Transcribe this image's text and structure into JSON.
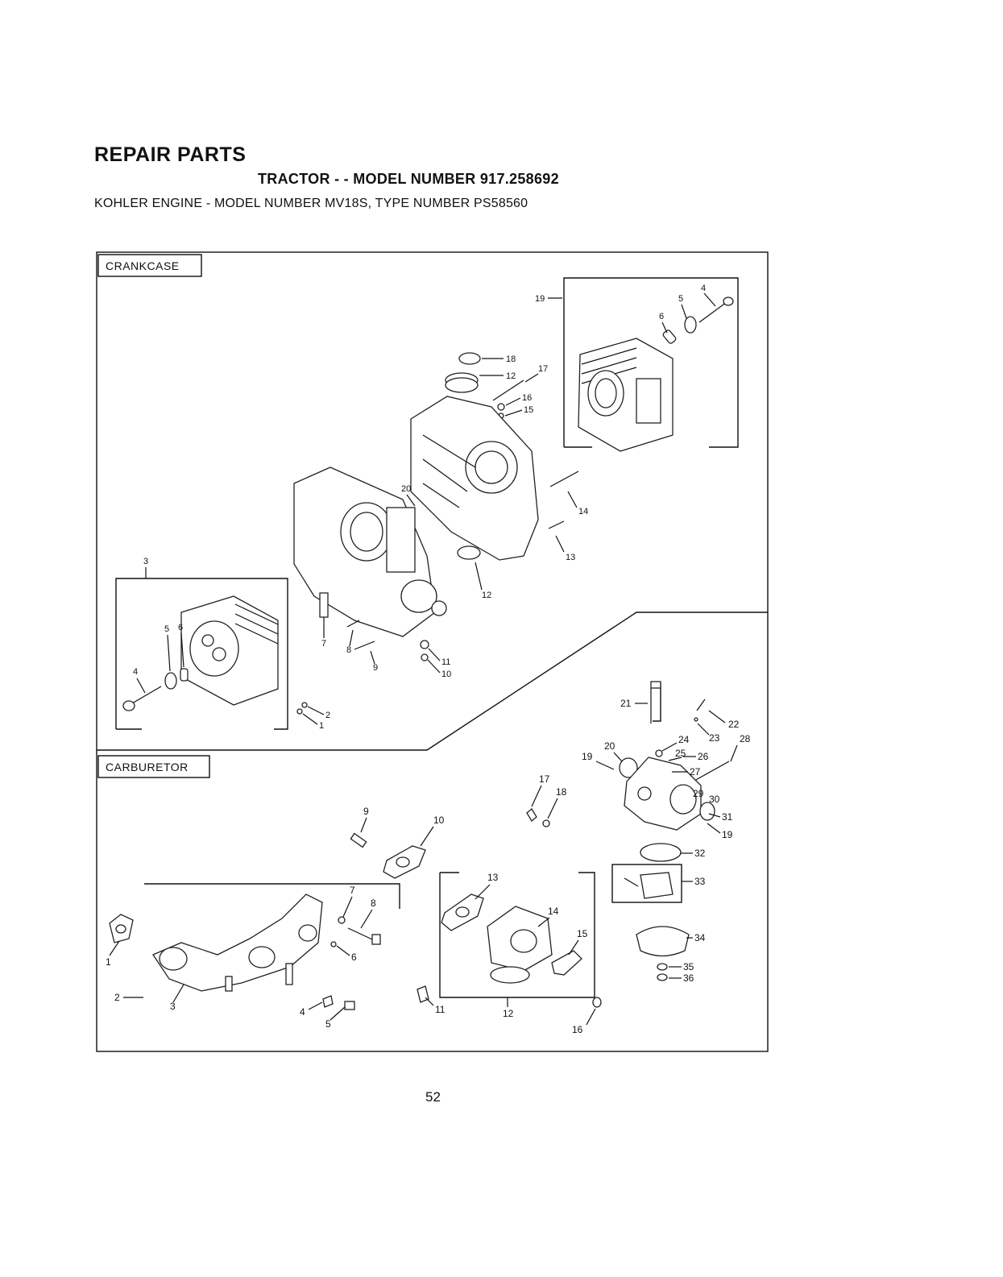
{
  "header": {
    "title": "REPAIR PARTS",
    "subtitle": "TRACTOR - - MODEL NUMBER 917.258692",
    "engine_line": "KOHLER ENGINE - MODEL NUMBER MV18S, TYPE NUMBER PS58560"
  },
  "sections": {
    "crankcase": "CRANKCASE",
    "carburetor": "CARBURETOR"
  },
  "crankcase_callouts": {
    "c19": "19",
    "c4a": "4",
    "c5a": "5",
    "c6a": "6",
    "c18": "18",
    "c12a": "12",
    "c17": "17",
    "c16": "16",
    "c15": "15",
    "c20": "20",
    "c14": "14",
    "c13": "13",
    "c12b": "12",
    "c3": "3",
    "c5b": "5",
    "c6b": "6",
    "c4b": "4",
    "c7": "7",
    "c8": "8",
    "c9": "9",
    "c11": "11",
    "c10": "10",
    "c2": "2",
    "c1": "1"
  },
  "carburetor_callouts": {
    "k21": "21",
    "k22": "22",
    "k23": "23",
    "k24": "24",
    "k28": "28",
    "k20": "20",
    "k19a": "19",
    "k25": "25",
    "k26": "26",
    "k27": "27",
    "k17": "17",
    "k18": "18",
    "k29": "29",
    "k30": "30",
    "k31": "31",
    "k19b": "19",
    "k9": "9",
    "k10": "10",
    "k32": "32",
    "k33": "33",
    "k13": "13",
    "k14": "14",
    "k15": "15",
    "k7": "7",
    "k8": "8",
    "k6": "6",
    "k1": "1",
    "k2": "2",
    "k3": "3",
    "k4": "4",
    "k5": "5",
    "k11": "11",
    "k12": "12",
    "k16": "16",
    "k34": "34",
    "k35": "35",
    "k36": "36"
  },
  "page_number": "52"
}
